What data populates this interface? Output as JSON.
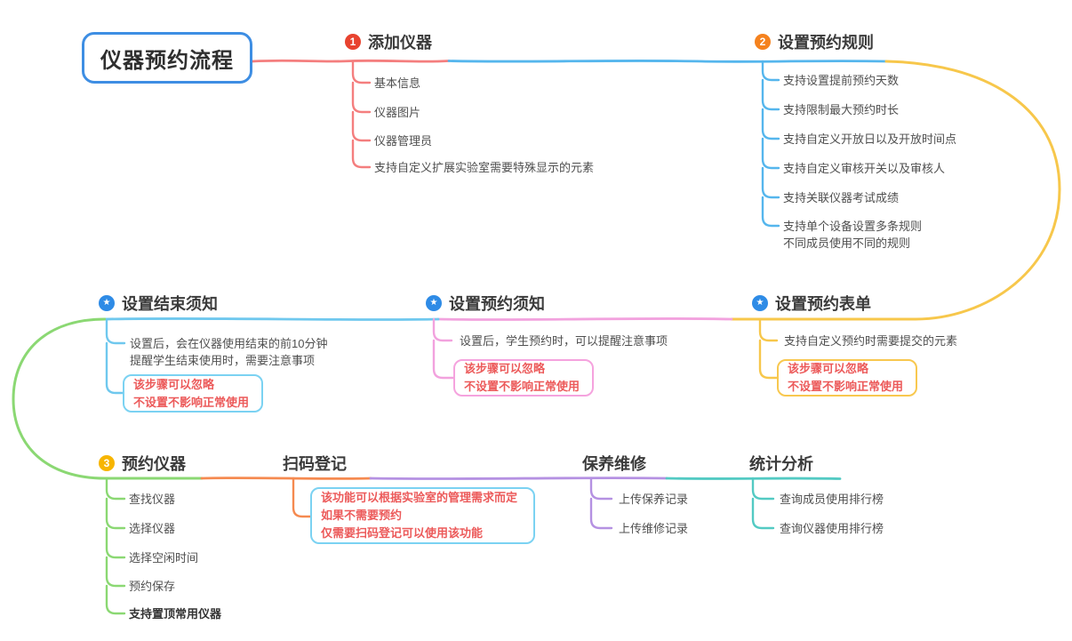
{
  "root": {
    "title": "仪器预约流程"
  },
  "icons": {
    "star": "★"
  },
  "colors": {
    "root_border": "#3E8EE3",
    "badge_1": "#E8432F",
    "badge_2": "#F5821E",
    "badge_3": "#F7B500",
    "badge_star": "#2E8BE6",
    "branch_red": "#F47E7E",
    "branch_blue": "#55B6ED",
    "branch_yellow": "#F7C74B",
    "branch_pink": "#F2A2DE",
    "branch_cyan": "#6FC8EE",
    "branch_green": "#8BD873",
    "branch_orange": "#F58A50",
    "branch_purple": "#B591E2",
    "branch_teal": "#53CAC3",
    "note_text": "#EC5A5A"
  },
  "branches": {
    "add_instrument": {
      "badge": "1",
      "title": "添加仪器",
      "children": [
        "基本信息",
        "仪器图片",
        "仪器管理员",
        "支持自定义扩展实验室需要特殊显示的元素"
      ]
    },
    "reservation_rules": {
      "badge": "2",
      "title": "设置预约规则",
      "children": [
        "支持设置提前预约天数",
        "支持限制最大预约时长",
        "支持自定义开放日以及开放时间点",
        "支持自定义审核开关以及审核人",
        "支持关联仪器考试成绩",
        "支持单个设备设置多条规则\n不同成员使用不同的规则"
      ]
    },
    "end_notice": {
      "title": "设置结束须知",
      "children": [
        "设置后，会在仪器使用结束的前10分钟\n提醒学生结束使用时，需要注意事项"
      ],
      "note": "该步骤可以忽略\n不设置不影响正常使用"
    },
    "reservation_notice": {
      "title": "设置预约须知",
      "children": [
        "设置后，学生预约时，可以提醒注意事项"
      ],
      "note": "该步骤可以忽略\n不设置不影响正常使用"
    },
    "reservation_form": {
      "title": "设置预约表单",
      "children": [
        "支持自定义预约时需要提交的元素"
      ],
      "note": "该步骤可以忽略\n不设置不影响正常使用"
    },
    "reserve_instrument": {
      "badge": "3",
      "title": "预约仪器",
      "children": [
        "查找仪器",
        "选择仪器",
        "选择空闲时间",
        "预约保存",
        "支持置顶常用仪器"
      ]
    },
    "scan_register": {
      "title": "扫码登记",
      "note": "该功能可以根据实验室的管理需求而定\n如果不需要预约\n仅需要扫码登记可以使用该功能"
    },
    "maintenance": {
      "title": "保养维修",
      "children": [
        "上传保养记录",
        "上传维修记录"
      ]
    },
    "statistics": {
      "title": "统计分析",
      "children": [
        "查询成员使用排行榜",
        "查询仪器使用排行榜"
      ]
    }
  }
}
